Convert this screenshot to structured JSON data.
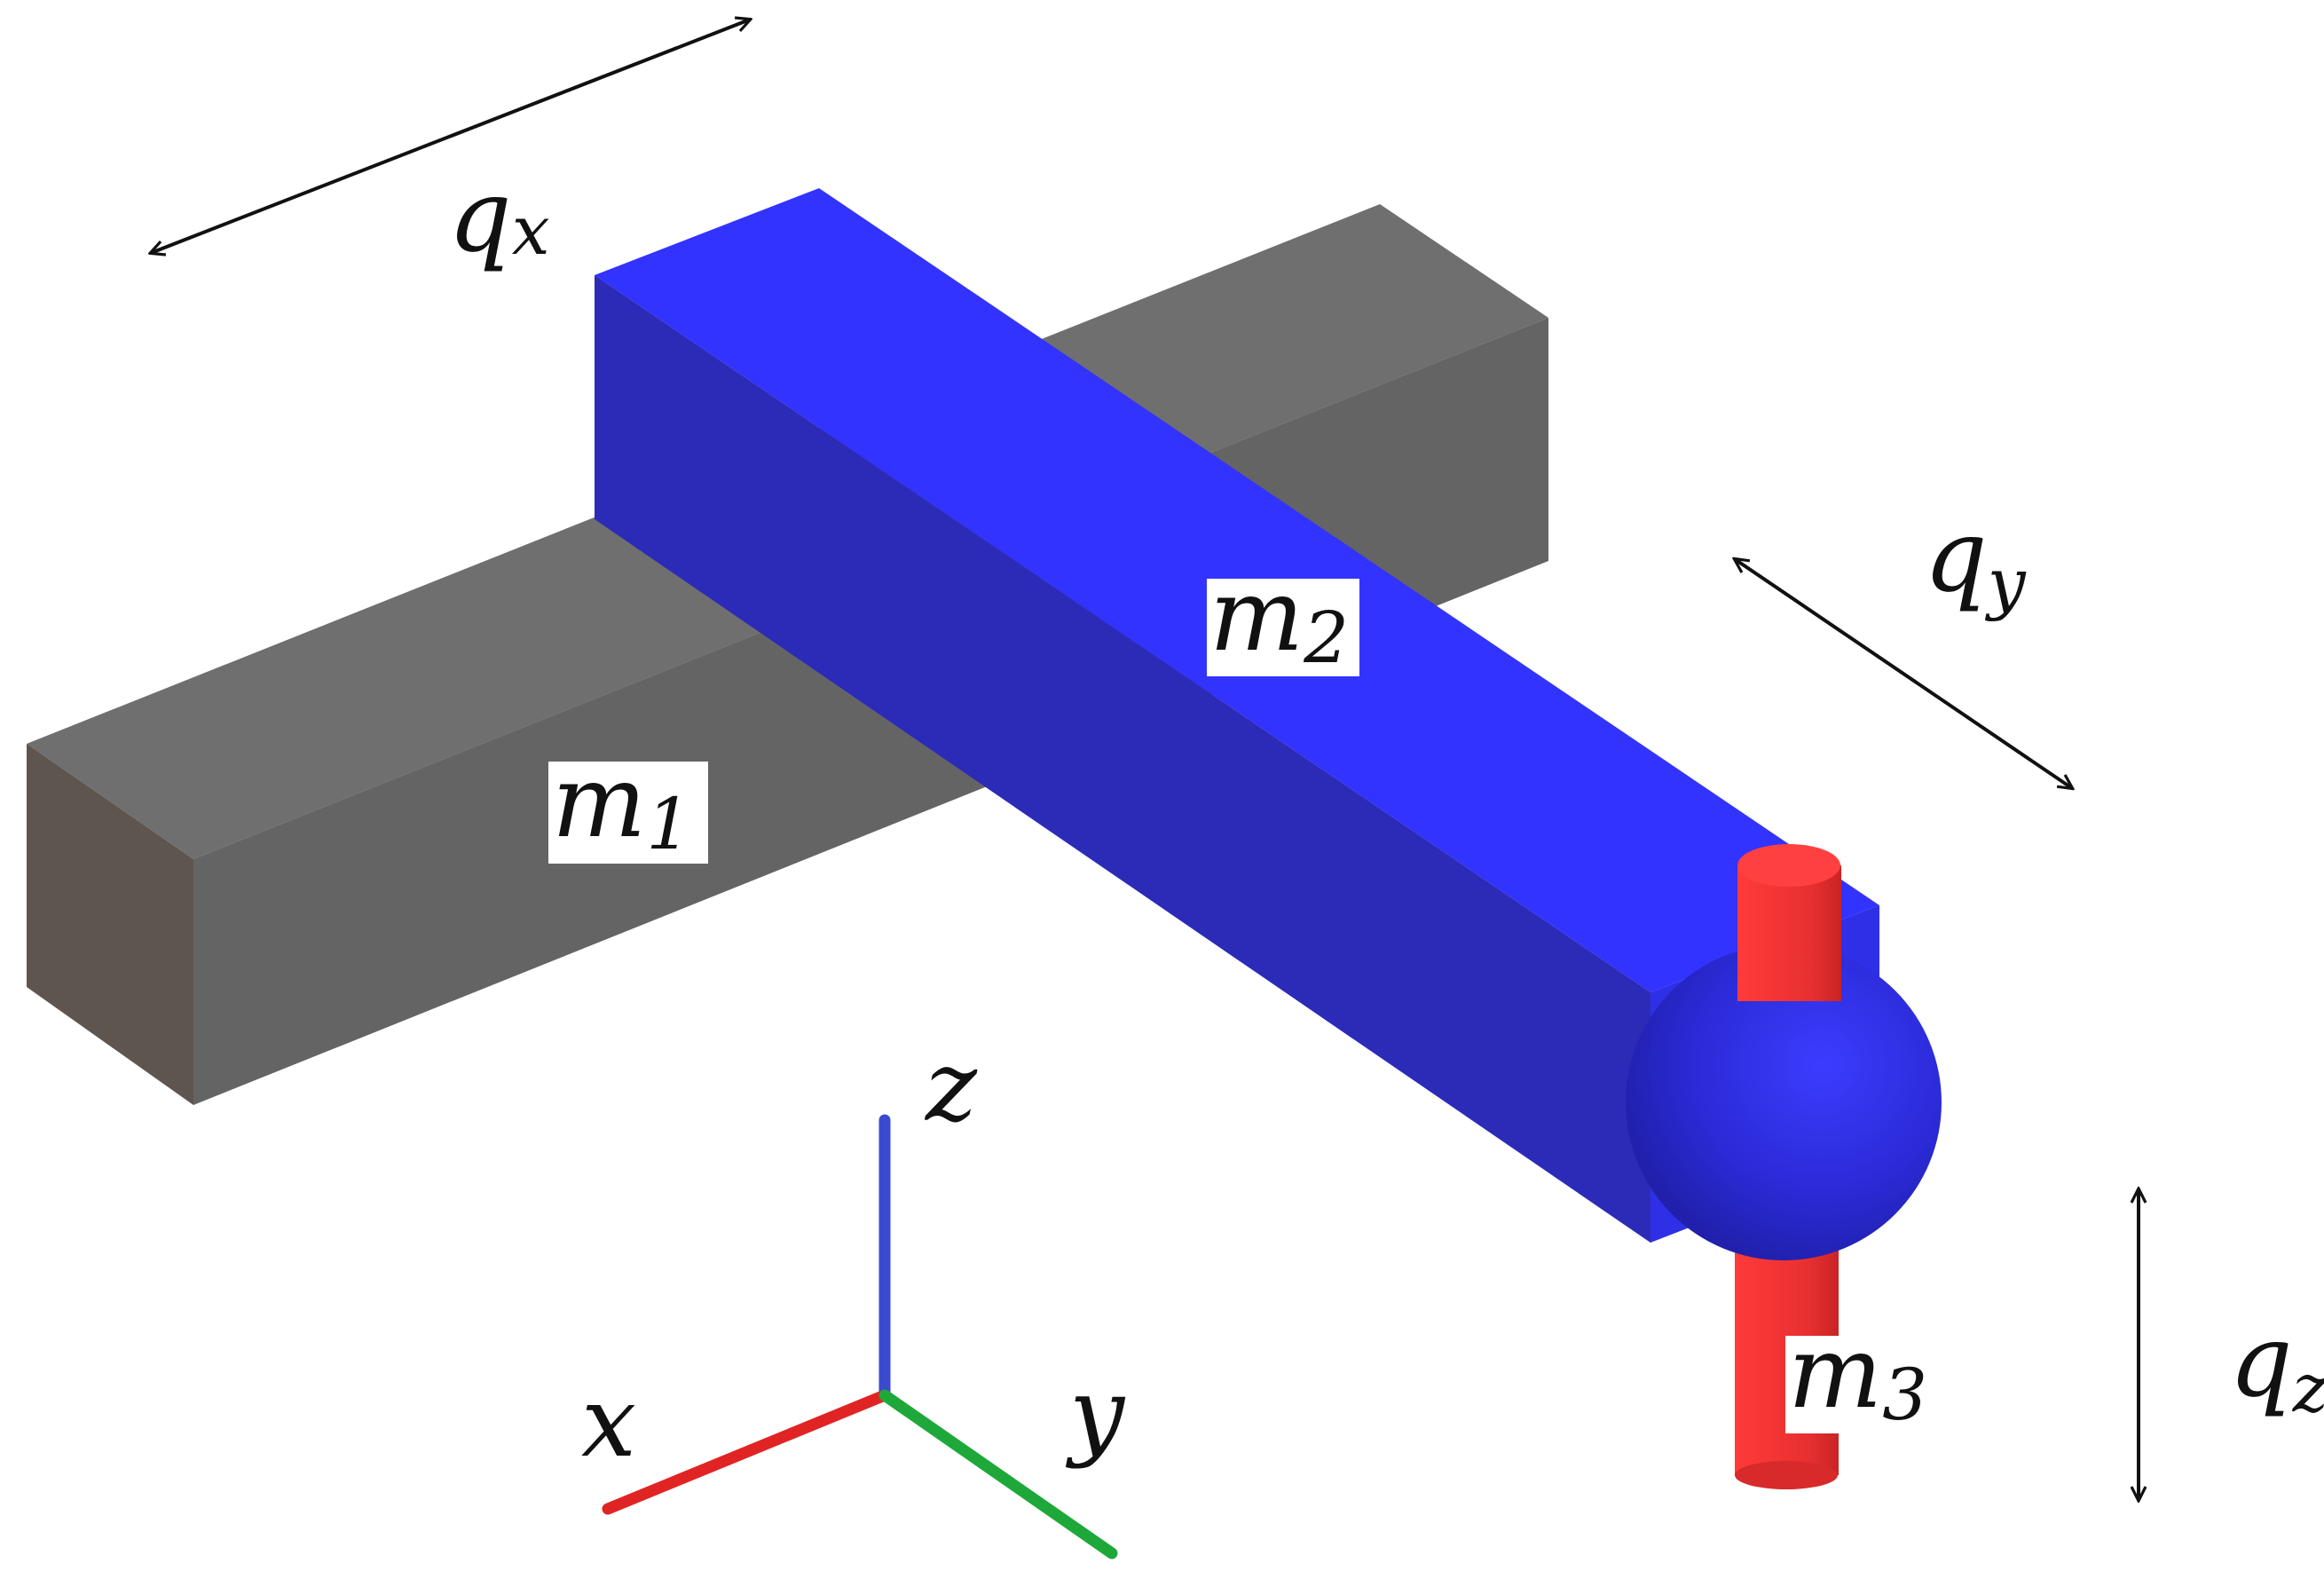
{
  "colors": {
    "m1_top": "#6f6f6f",
    "m1_front": "#646464",
    "m1_end": "#5e554f",
    "m2_top": "#3333ff",
    "m2_front": "#2b2bb8",
    "m2_side": "#2f2fe8",
    "m3": "#e83030",
    "m3_top": "#ff4040",
    "sphere": "#2a2ad6",
    "axis_x": "#e02424",
    "axis_y": "#1fa83a",
    "axis_z": "#3a4ad0",
    "arrow": "#111111"
  },
  "labels": {
    "qx": {
      "base": "q",
      "sub": "x"
    },
    "qy": {
      "base": "q",
      "sub": "y"
    },
    "qz": {
      "base": "q",
      "sub": "z"
    },
    "m1": {
      "base": "m",
      "sub": "1"
    },
    "m2": {
      "base": "m",
      "sub": "2"
    },
    "m3": {
      "base": "m",
      "sub": "3"
    }
  },
  "axes": {
    "x": "x",
    "y": "y",
    "z": "z"
  }
}
